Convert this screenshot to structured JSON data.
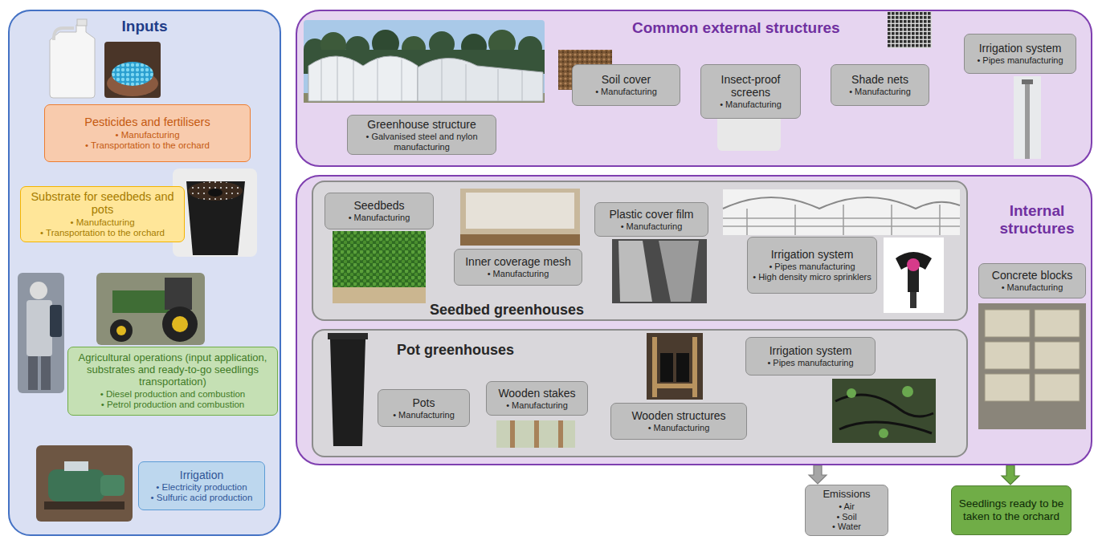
{
  "diagram": {
    "nodes": [
      {
        "text": [
          "Inputs"
        ]
      },
      {
        "text": [
          "Pesticides and fertilisers",
          "• Manufacturing",
          "• Transportation to the orchard"
        ],
        "in": 0
      },
      {
        "text": [
          "Substrate for seedbeds and pots",
          "• Manufacturing",
          "• Transportation to the orchard"
        ],
        "in": 0
      },
      {
        "text": [
          "Agricultural operations (input application, substrates and ready-to-go seedlings transportation)",
          "• Diesel production and combustion",
          "• Petrol production and combustion"
        ],
        "in": 0
      },
      {
        "text": [
          "Irrigation",
          "• Electricity production",
          "• Sulfuric acid production"
        ],
        "in": 0
      },
      {
        "text": [
          "Common external structures"
        ]
      },
      {
        "text": [
          "Greenhouse structure",
          "• Galvanised steel and nylon manufacturing"
        ],
        "in": 5
      },
      {
        "text": [
          "Soil cover",
          "• Manufacturing"
        ],
        "in": 5
      },
      {
        "text": [
          "Insect-proof screens",
          "• Manufacturing"
        ],
        "in": 5
      },
      {
        "text": [
          "Shade nets",
          "• Manufacturing"
        ],
        "in": 5
      },
      {
        "text": [
          "Irrigation system",
          "• Pipes manufacturing"
        ],
        "in": 5
      },
      {
        "text": [
          "Internal structures"
        ]
      },
      {
        "text": [
          "Seedbed greenhouses"
        ],
        "in": 11
      },
      {
        "text": [
          "Seedbeds",
          "• Manufacturing"
        ],
        "in": 12
      },
      {
        "text": [
          "Inner coverage mesh",
          "• Manufacturing"
        ],
        "in": 12
      },
      {
        "text": [
          "Plastic cover film",
          "• Manufacturing"
        ],
        "in": 12
      },
      {
        "text": [
          "Irrigation system",
          "• Pipes manufacturing",
          "• High density micro sprinklers"
        ],
        "in": 12
      },
      {
        "text": [
          "Pot greenhouses"
        ],
        "in": 11
      },
      {
        "text": [
          "Pots",
          "• Manufacturing"
        ],
        "in": 17
      },
      {
        "text": [
          "Wooden stakes",
          "• Manufacturing"
        ],
        "in": 17
      },
      {
        "text": [
          "Wooden structures",
          "• Manufacturing"
        ],
        "in": 17
      },
      {
        "text": [
          "Irrigation system",
          "• Pipes manufacturing"
        ],
        "in": 17
      },
      {
        "text": [
          "Concrete blocks",
          "• Manufacturing"
        ],
        "in": 11
      },
      {
        "text": [
          "Emissions",
          "• Air",
          "• Soil",
          "• Water"
        ]
      },
      {
        "text": [
          "Seedlings ready to be taken to the orchard"
        ]
      }
    ],
    "edges": [
      {
        "from": 11,
        "to": 23,
        "arrow": "to"
      },
      {
        "from": 11,
        "to": 24,
        "arrow": "to"
      }
    ]
  }
}
